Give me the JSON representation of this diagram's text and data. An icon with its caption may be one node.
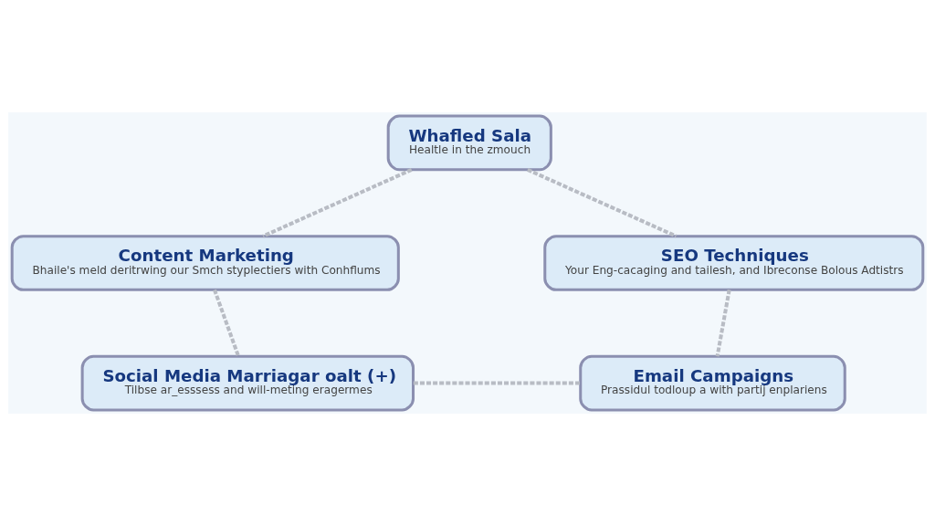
{
  "diagram": {
    "nodes": [
      {
        "text": [
          "Whafled Sala",
          "Healtle in the zmouch"
        ]
      },
      {
        "text": [
          "Content Marketing",
          "Bhaile's meld deritrwing our Smch styplectiers with Conhflums"
        ]
      },
      {
        "text": [
          "SEO Techniques",
          "Your Eng-cacaging and tailesh, and Ibreconse Bolous Adtistrs"
        ]
      },
      {
        "text": [
          "Social Media Marriagar oalt (+)",
          "Tilbse ar_esssess and will-meting eragermes"
        ]
      },
      {
        "text": [
          "Email Campaigns",
          "Prassidul todloup a with partij enplariens"
        ]
      }
    ],
    "edges": [
      {
        "from": 0,
        "to": 1,
        "arrow": "none",
        "style": "dashed"
      },
      {
        "from": 0,
        "to": 2,
        "arrow": "none",
        "style": "dashed"
      },
      {
        "from": 1,
        "to": 3,
        "arrow": "none",
        "style": "dashed"
      },
      {
        "from": 2,
        "to": 4,
        "arrow": "none",
        "style": "dashed"
      },
      {
        "from": 3,
        "to": 4,
        "arrow": "none",
        "style": "dashed"
      }
    ]
  }
}
